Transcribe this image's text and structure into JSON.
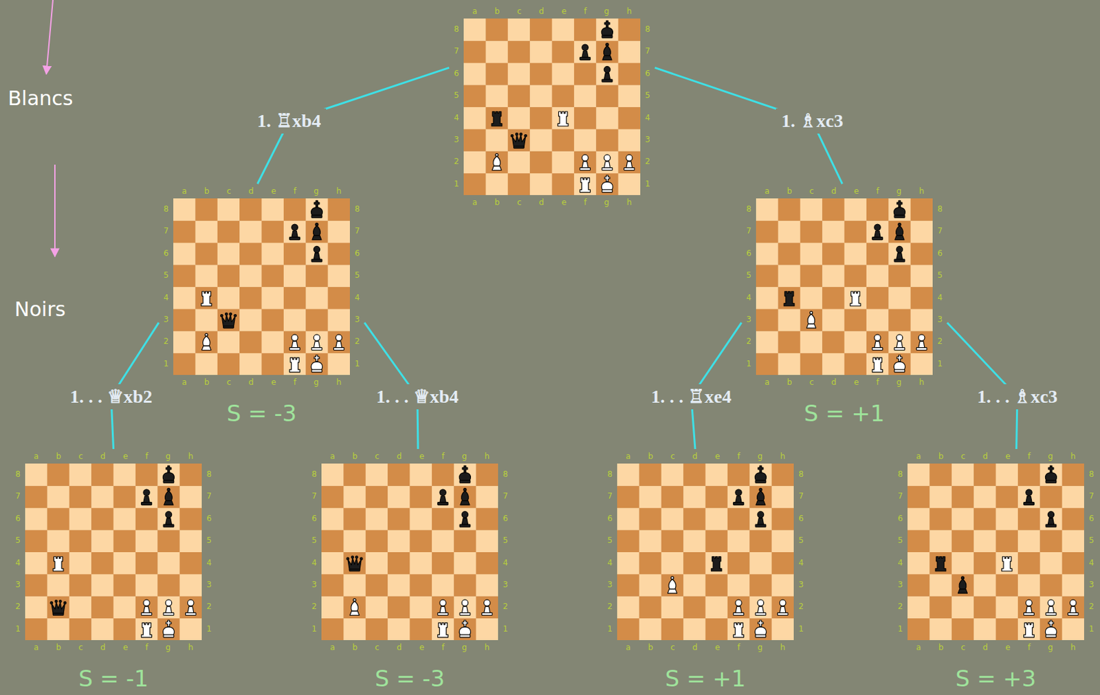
{
  "diagram": {
    "nodes": [
      {
        "text": [
          "a b c d e f g h",
          "8 7 6 5 4 3 2 1",
          "8 7 6 5 4 3 2 1",
          "a b c d e f g h"
        ]
      },
      {
        "text": [
          "a b c d e f g h",
          "8 7 6 5 4 3 2 1",
          "8 7 6 5 4 3 2 1",
          "a b c d e f g h",
          "S = -3"
        ]
      },
      {
        "text": [
          "a b c d e f g h",
          "8 7 6 5 4 3 2 1",
          "8 7 6 5 4 3 2 1",
          "a b c d e f g h",
          "S = +1"
        ]
      },
      {
        "text": [
          "a b c d e f g h",
          "8 7 6 5 4 3 2 1",
          "8 7 6 5 4 3 2 1",
          "a b c d e f g h",
          "S = -1"
        ]
      },
      {
        "text": [
          "a b c d e f g h",
          "8 7 6 5 4 3 2 1",
          "8 7 6 5 4 3 2 1",
          "a b c d e f g h",
          "S = -3"
        ]
      },
      {
        "text": [
          "a b c d e f g h",
          "8 7 6 5 4 3 2 1",
          "8 7 6 5 4 3 2 1",
          "a b c d e f g h",
          "S = +1"
        ]
      },
      {
        "text": [
          "a b c d e f g h",
          "8 7 6 5 4 3 2 1",
          "8 7 6 5 4 3 2 1",
          "a b c d e f g h",
          "S = +3"
        ]
      }
    ],
    "edges": [
      {
        "from": 0,
        "to": 1,
        "label": "1. ♖xb4",
        "arrow": "none"
      },
      {
        "from": 0,
        "to": 2,
        "label": "1. ♗xc3",
        "arrow": "none"
      },
      {
        "from": 1,
        "to": 3,
        "label": "1. . . ♕xb2",
        "arrow": "none"
      },
      {
        "from": 1,
        "to": 4,
        "label": "1. . . ♕xb4",
        "arrow": "none"
      },
      {
        "from": 2,
        "to": 5,
        "label": "1. . . ♖xe4",
        "arrow": "none"
      },
      {
        "from": 2,
        "to": 6,
        "label": "1. . . ♗xc3",
        "arrow": "none"
      }
    ],
    "labels": [
      "Blancs",
      "Noirs"
    ]
  }
}
